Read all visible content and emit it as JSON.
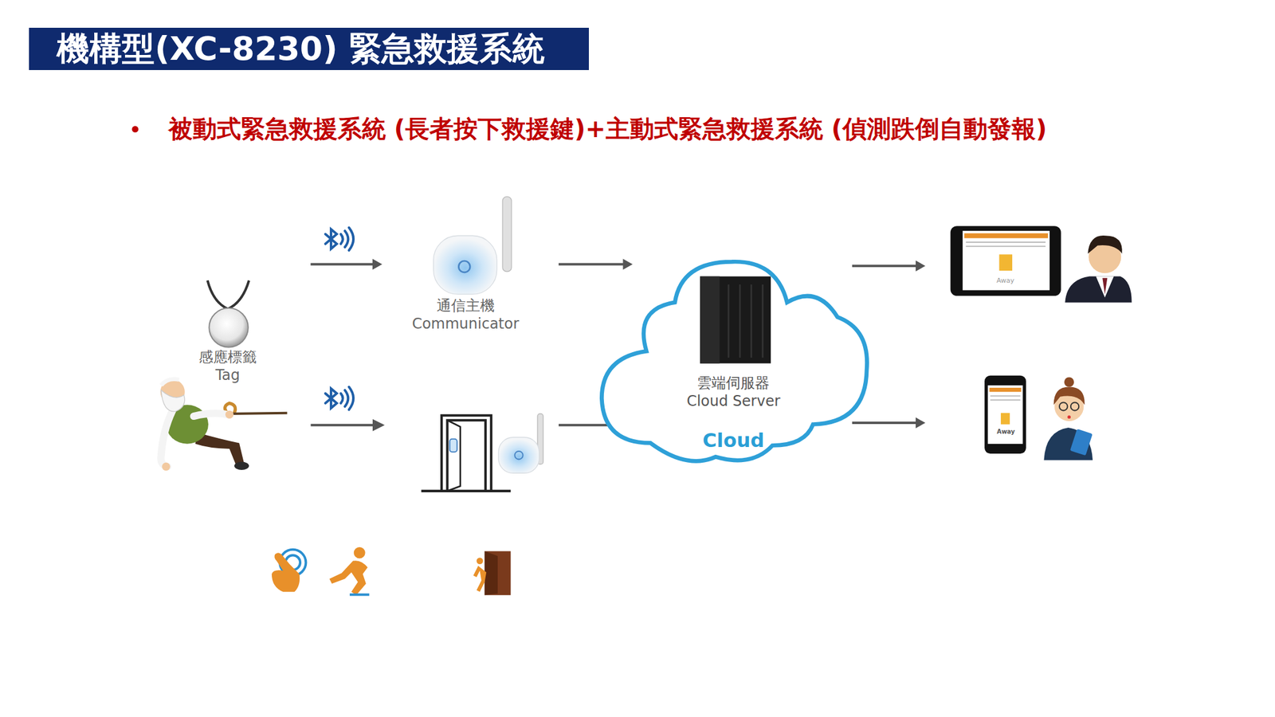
{
  "diagram": {
    "title": "機構型(XC-8230) 緊急救援系統",
    "nodes": [
      {
        "text": [
          "感應標籤",
          "Tag"
        ]
      },
      {
        "text": [
          "通信主機",
          "Communicator"
        ]
      },
      {
        "text": [
          "雲端伺服器",
          "Cloud Server",
          "Cloud"
        ]
      },
      {
        "text": [
          "Away"
        ]
      },
      {
        "text": [
          "Away"
        ]
      }
    ],
    "edges": [
      {
        "from": 0,
        "to": 1,
        "arrow": "to"
      },
      {
        "from": 1,
        "to": 2,
        "arrow": "to"
      },
      {
        "from": 2,
        "to": 3,
        "arrow": "to"
      },
      {
        "from": 2,
        "to": 4,
        "arrow": "to"
      }
    ],
    "labels": [
      "被動式緊急救援系統 (長者按下救援鍵)+主動式緊急救援系統 (偵測跌倒自動發報)"
    ]
  }
}
